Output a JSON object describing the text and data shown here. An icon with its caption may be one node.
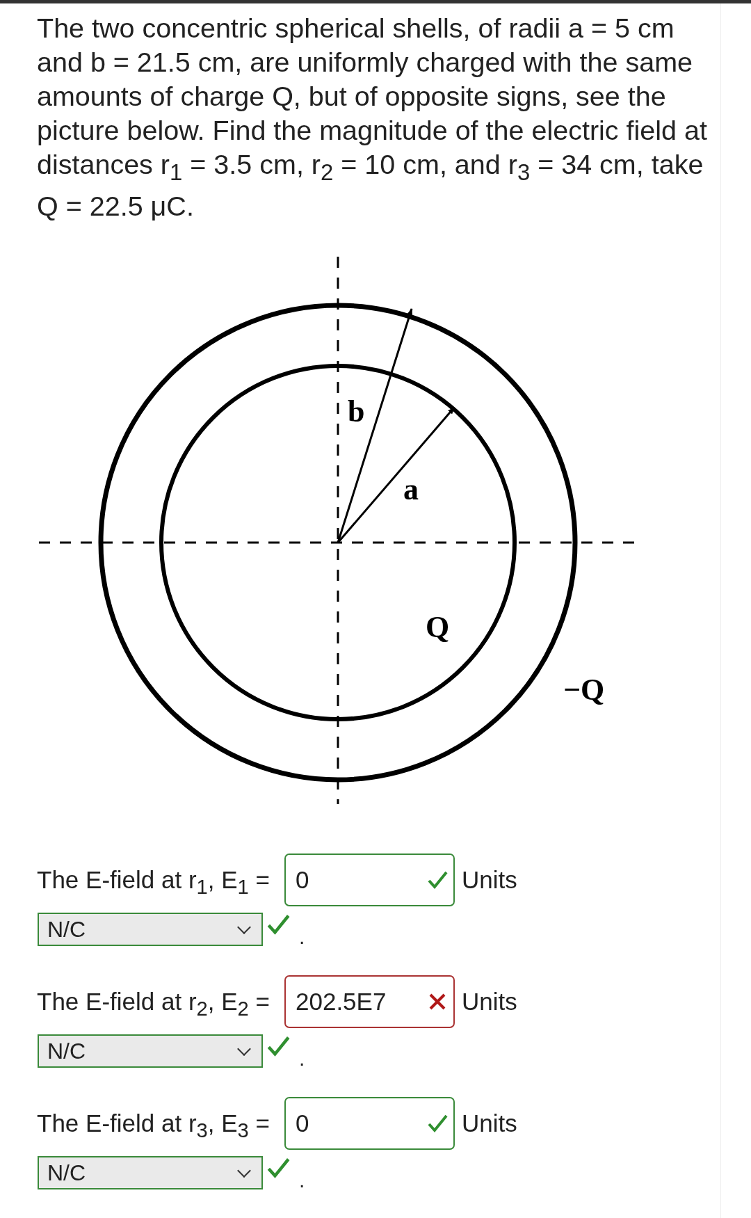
{
  "diagram": {
    "labels": [
      "The two concentric spherical shells, of radii a = 5 cm and b = 21.5 cm, are uniformly charged with the same amounts of charge Q, but of opposite signs, see the picture below. Find the magnitude of the electric field at distances r$_{1}$ = 3.5 cm, r$_{2}$ = 10 cm, and r$_{3}$ = 34 cm, take Q = 22.5 μC.",
      "b",
      "a",
      "Q",
      "−Q",
      "The E-field at r$_{1}$, E$_{1}$ =",
      "0",
      "Units",
      "N/C",
      ".",
      "The E-field at r$_{2}$, E$_{2}$ =",
      "202.5E7",
      "Units",
      "N/C",
      ".",
      "The E-field at r$_{3}$, E$_{3}$ =",
      "0",
      "Units",
      "N/C",
      "."
    ]
  }
}
